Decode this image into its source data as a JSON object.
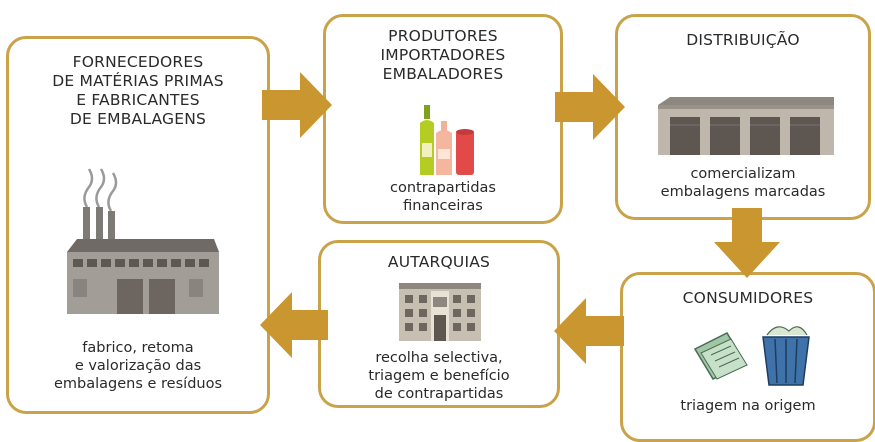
{
  "boxes": {
    "suppliers": {
      "title": [
        "FORNECEDORES",
        "DE MATÉRIAS PRIMAS",
        "E FABRICANTES",
        "DE EMBALAGENS"
      ],
      "caption": [
        "fabrico, retoma",
        "e valorização das",
        "embalagens e resíduos"
      ]
    },
    "producers": {
      "title": [
        "PRODUTORES",
        "IMPORTADORES",
        "EMBALADORES"
      ],
      "caption": [
        "contrapartidas",
        "financeiras"
      ]
    },
    "distribution": {
      "title": [
        "DISTRIBUIÇÃO"
      ],
      "caption": [
        "comercializam",
        "embalagens marcadas"
      ]
    },
    "consumers": {
      "title": [
        "CONSUMIDORES"
      ],
      "caption": [
        "triagem na origem"
      ]
    },
    "municipalities": {
      "title": [
        "AUTARQUIAS"
      ],
      "caption": [
        "recolha selectiva,",
        "triagem e benefício",
        "de contrapartidas"
      ]
    }
  },
  "colors": {
    "border": "#c9a24a",
    "arrow": "#c9962f",
    "building": "#9b9690",
    "door": "#6d6560"
  },
  "icons": [
    "factory-icon",
    "bottles-icon",
    "warehouse-icon",
    "recycling-bin-icon",
    "town-hall-icon"
  ]
}
